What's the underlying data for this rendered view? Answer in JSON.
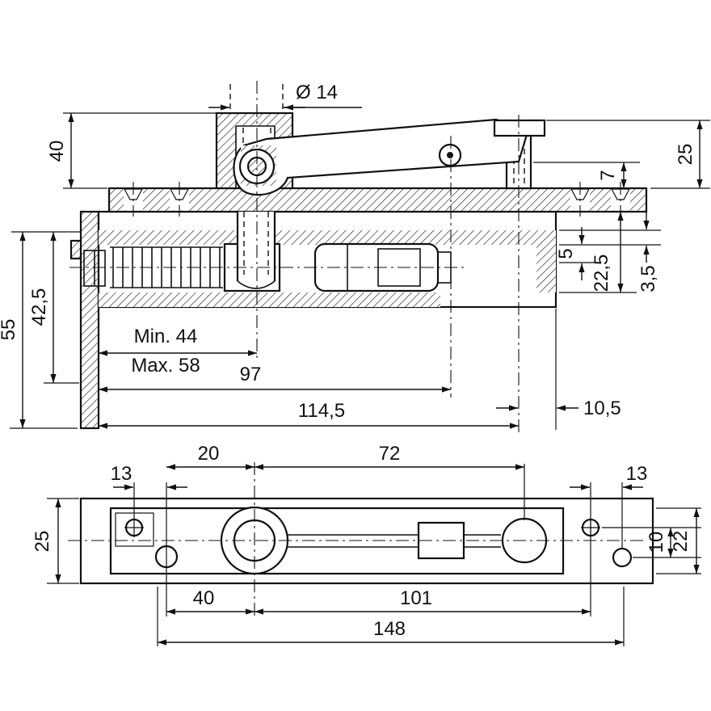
{
  "side_view": {
    "dims": {
      "spindle_dia": "Ø 14",
      "height_40": "40",
      "depth_55": "55",
      "depth_42_5": "42,5",
      "top_25": "25",
      "offset_7": "7",
      "gap_5": "5",
      "height_22_5": "22,5",
      "strip_3_5": "3,5",
      "min_44": "Min. 44",
      "max_58": "Max. 58",
      "length_97": "97",
      "length_114_5": "114,5",
      "end_10_5": "10,5"
    }
  },
  "plan_view": {
    "dims": {
      "left_13": "13",
      "len_20": "20",
      "len_72": "72",
      "right_13": "13",
      "width_25": "25",
      "offset_10": "10",
      "offset_22": "22",
      "len_40": "40",
      "len_101": "101",
      "len_148": "148"
    }
  },
  "colors": {
    "line": "#111111",
    "plate_fill": "#ebebeb"
  }
}
